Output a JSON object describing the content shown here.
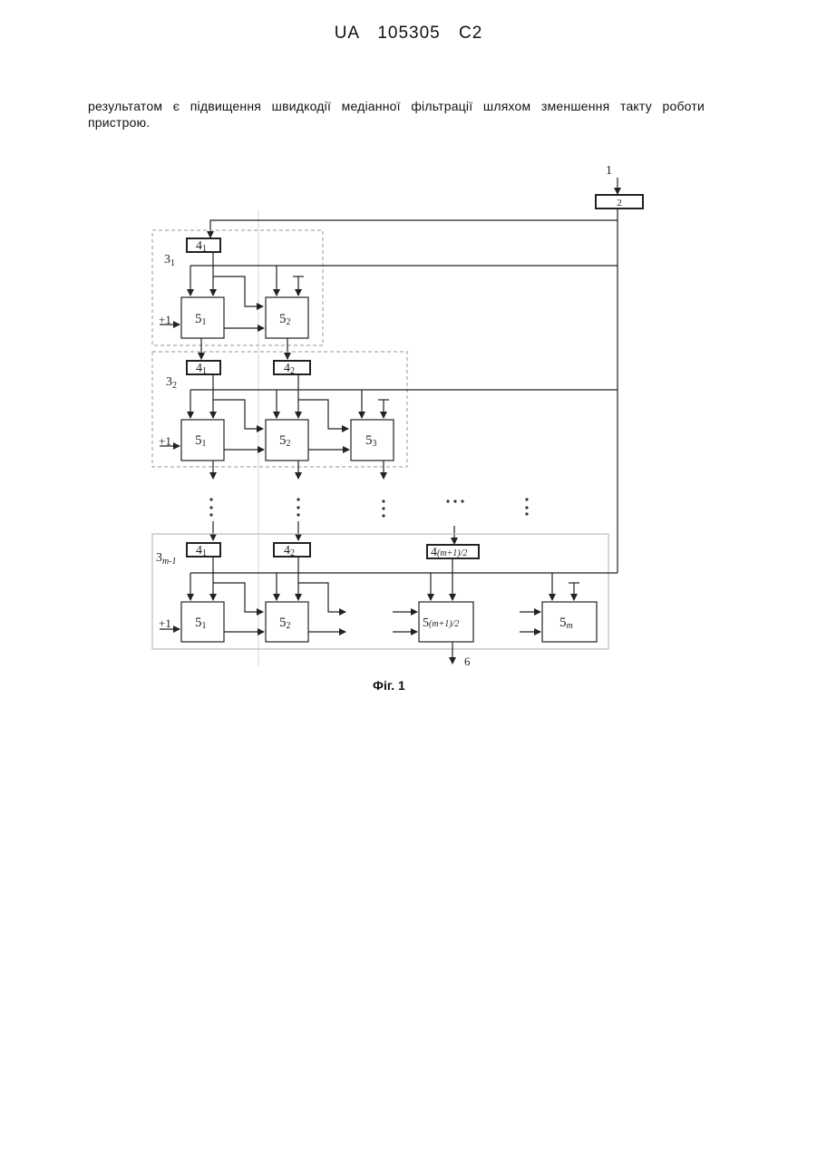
{
  "header": "UA  105305  C2",
  "paragraph": "результатом є підвищення швидкодії медіанної фільтрації шляхом зменшення такту роботи пристрою.",
  "caption": "Фіг. 1",
  "diagram": {
    "input_label": "1",
    "block_2": "2",
    "output_label": "6",
    "plus_one": "+1",
    "groups": [
      {
        "name_main": "3",
        "name_sub": "1"
      },
      {
        "name_main": "3",
        "name_sub": "2"
      },
      {
        "name_main": "3",
        "name_sub": "m-1"
      }
    ],
    "registers": {
      "main": "4",
      "s1": "1",
      "s2": "2",
      "smid": "(m+1)/2"
    },
    "cells": {
      "main": "5",
      "s1": "1",
      "s2": "2",
      "s3": "3",
      "smid": "(m+1)/2",
      "sm": "m"
    }
  }
}
